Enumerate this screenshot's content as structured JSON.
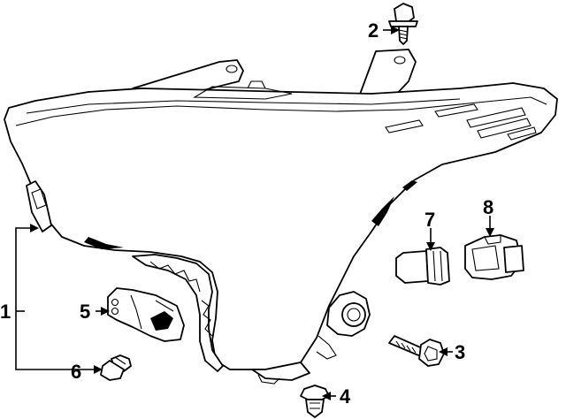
{
  "callouts": {
    "c1": "1",
    "c2": "2",
    "c3": "3",
    "c4": "4",
    "c5": "5",
    "c6": "6",
    "c7": "7",
    "c8": "8"
  },
  "parts": [
    {
      "callout": "1",
      "icon": "headlamp-assembly-icon"
    },
    {
      "callout": "2",
      "icon": "screw-icon"
    },
    {
      "callout": "3",
      "icon": "bolt-icon"
    },
    {
      "callout": "4",
      "icon": "push-clip-icon"
    },
    {
      "callout": "5",
      "icon": "bracket-icon"
    },
    {
      "callout": "6",
      "icon": "adjuster-icon"
    },
    {
      "callout": "7",
      "icon": "bulb-icon"
    },
    {
      "callout": "8",
      "icon": "socket-icon"
    }
  ]
}
